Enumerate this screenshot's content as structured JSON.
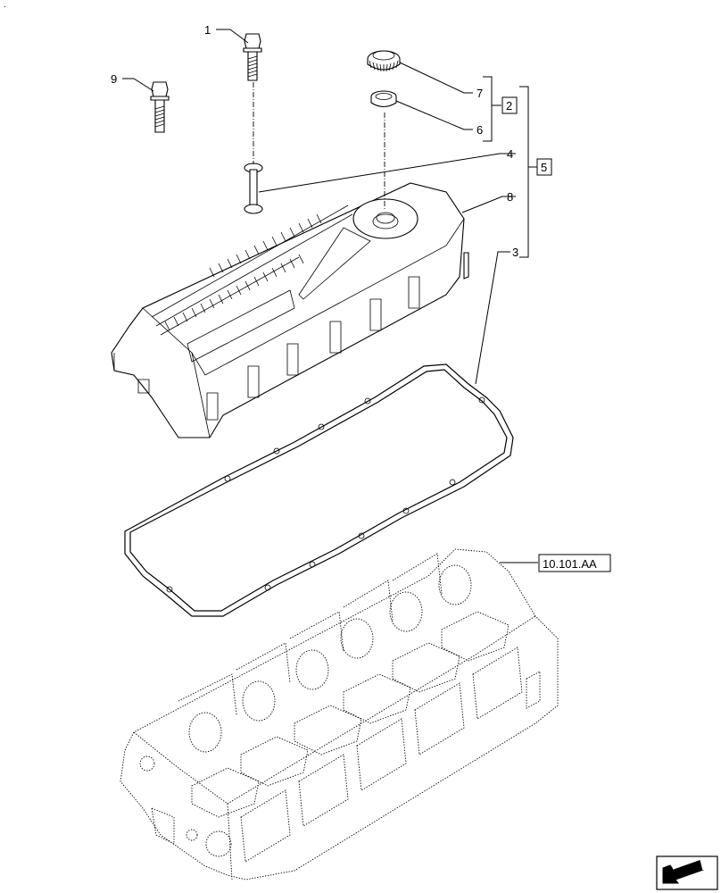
{
  "corner_mark": ".",
  "callouts": {
    "c1": "1",
    "c9": "9",
    "c7": "7",
    "c6": "6",
    "c4": "4",
    "c8": "8",
    "c3": "3",
    "g2": "2",
    "g5": "5"
  },
  "reference": "10.101.AA",
  "icons": [
    "navigation-arrow-icon"
  ]
}
